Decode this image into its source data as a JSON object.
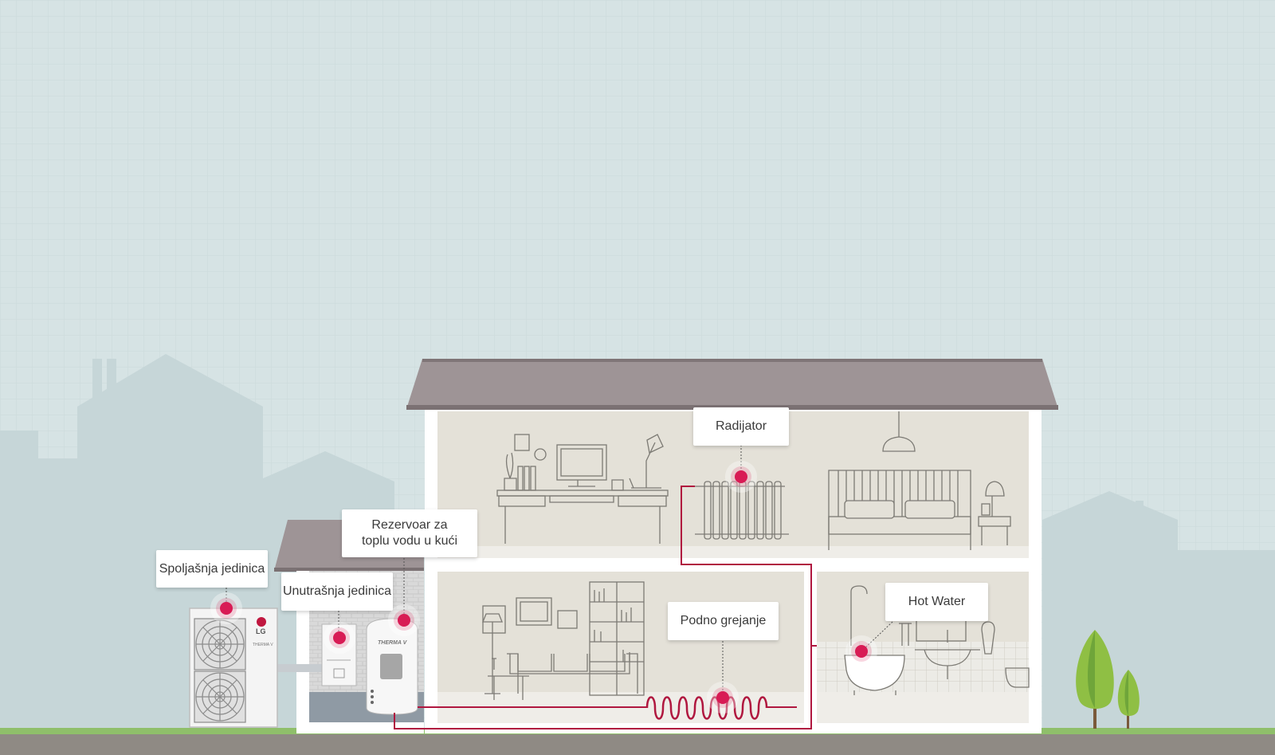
{
  "labels": {
    "outdoor_unit": "Spoljašnja jedinica",
    "indoor_unit": "Unutrašnja jedinica",
    "tank_line1": "Rezervoar za",
    "tank_line2": "toplu vodu u kući",
    "radiator": "Radijator",
    "floor_heating": "Podno grejanje",
    "hot_water": "Hot Water"
  },
  "branding": {
    "outdoor_logo": "LG",
    "outdoor_model": "THERMA V",
    "tank_brand": "THERMA V"
  },
  "colors": {
    "sky": "#d6e3e4",
    "roof": "#9e9496",
    "room": "#e4e1d8",
    "pipe": "#b0173f",
    "hotspot": "#d81b55",
    "ground": "#8f8a84",
    "grass": "#8fbf6a"
  }
}
